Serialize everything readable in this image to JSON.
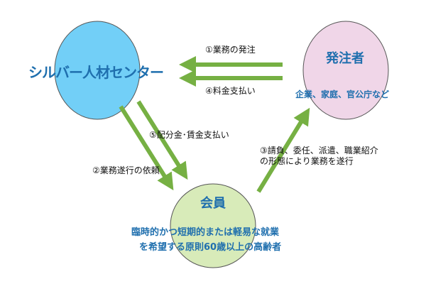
{
  "nodes": {
    "center": {
      "name": "シルバー人材センター",
      "color": "#72cff7"
    },
    "client": {
      "name": "発注者",
      "desc": "企業、家庭、官公庁など",
      "color": "#f0d6e8"
    },
    "member": {
      "name": "会員",
      "desc_line1": "臨時的かつ短期的または軽易な就業",
      "desc_line2": "を希望する原則60歳以上の高齢者",
      "color": "#d8ebb9"
    }
  },
  "edges": {
    "e1": "①業務の発注",
    "e2": "②業務遂行の依頼",
    "e3_line1": "③請負、委任、派遣、職業紹介",
    "e3_line2": "の形態により業務を遂行",
    "e4": "④料金支払い",
    "e5": "⑤配分金･賃金支払い"
  },
  "colors": {
    "arrow": "#76b043",
    "text": "#1f6fae"
  }
}
